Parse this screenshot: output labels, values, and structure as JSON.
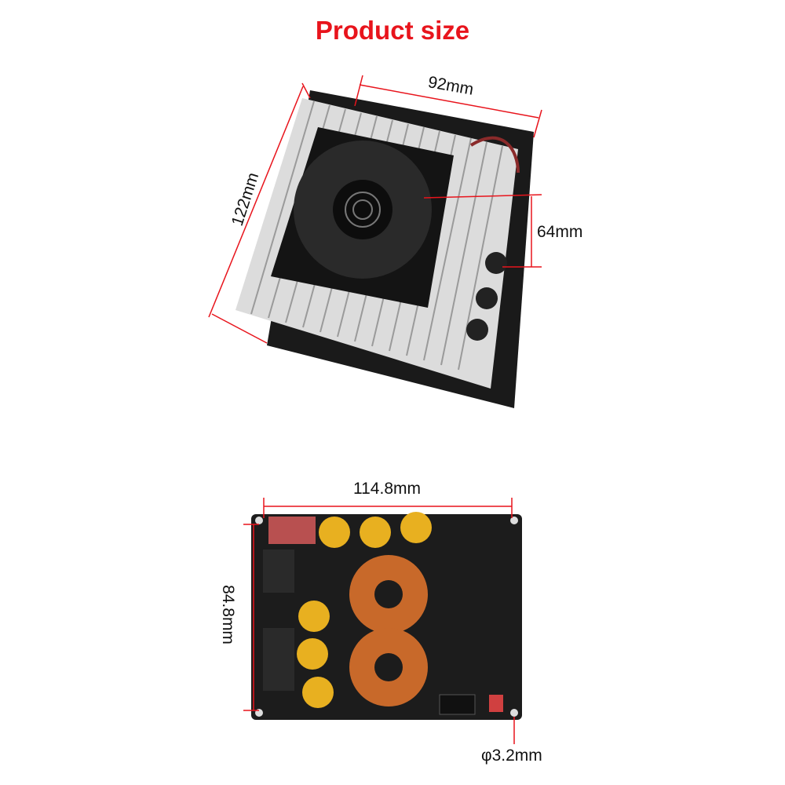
{
  "title": "Product size",
  "colors": {
    "title": "#e8141c",
    "heatsink": "#d9d9d9",
    "pcb": "#1c1c1c",
    "coil": "#c8692a",
    "capacitor": "#e8b020"
  },
  "top_view": {
    "width_label": "92mm",
    "length_label": "122mm",
    "height_label": "64mm"
  },
  "bottom_view": {
    "width_label": "114.8mm",
    "height_label": "84.8mm",
    "hole_label": "φ3.2mm"
  }
}
